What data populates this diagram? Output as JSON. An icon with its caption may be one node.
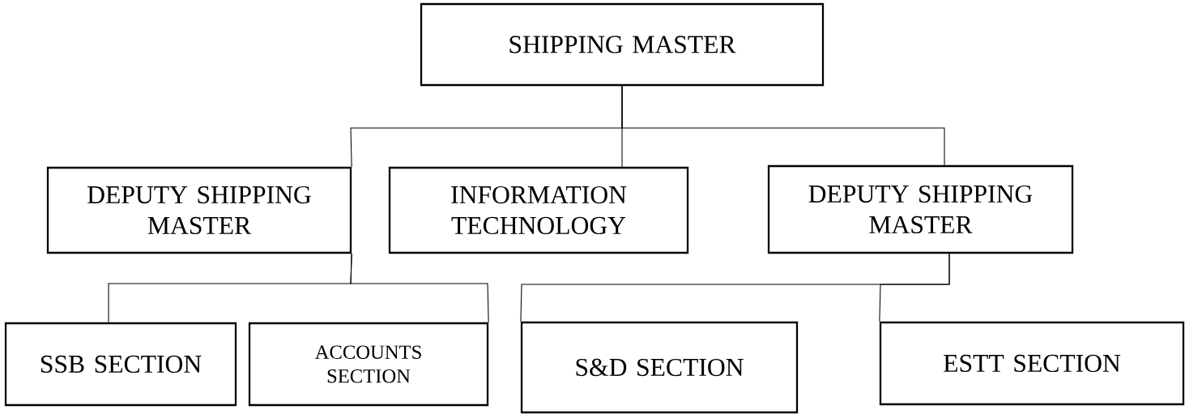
{
  "diagram": {
    "nodes": [
      {
        "text": [
          "SHIPPING MASTER"
        ]
      },
      {
        "text": [
          "DEPUTY SHIPPING MASTER"
        ]
      },
      {
        "text": [
          "INFORMATION TECHNOLOGY"
        ]
      },
      {
        "text": [
          "DEPUTY SHIPPING MASTER"
        ]
      },
      {
        "text": [
          "SSB SECTION"
        ]
      },
      {
        "text": [
          "ACCOUNTS SECTION"
        ]
      },
      {
        "text": [
          "S&D SECTION"
        ]
      },
      {
        "text": [
          "ESTT SECTION"
        ]
      }
    ],
    "edges": [
      {
        "from": 0,
        "to": 1,
        "arrow": "none"
      },
      {
        "from": 0,
        "to": 2,
        "arrow": "none"
      },
      {
        "from": 0,
        "to": 3,
        "arrow": "none"
      },
      {
        "from": 1,
        "to": 4,
        "arrow": "none"
      },
      {
        "from": 1,
        "to": 5,
        "arrow": "none"
      },
      {
        "from": 3,
        "to": 6,
        "arrow": "none"
      },
      {
        "from": 3,
        "to": 7,
        "arrow": "none"
      }
    ]
  }
}
